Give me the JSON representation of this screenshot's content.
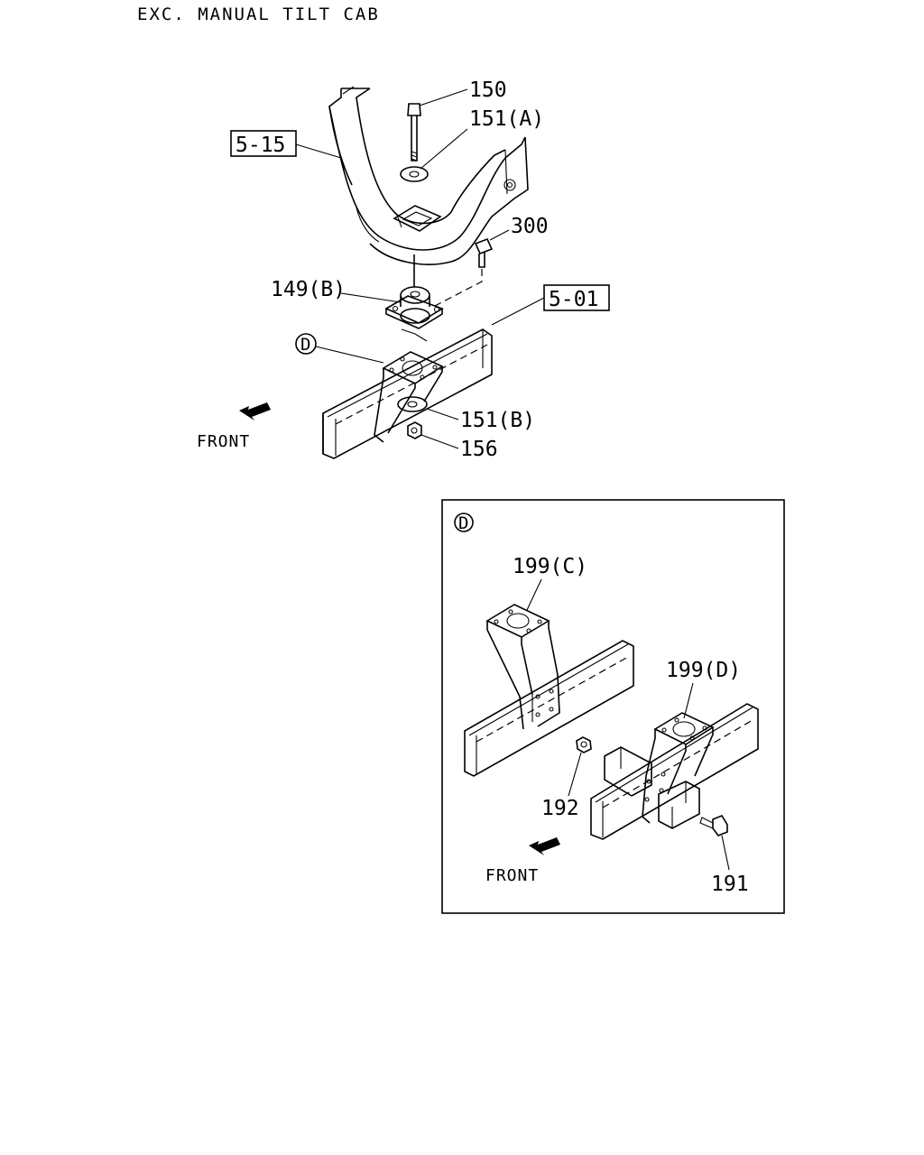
{
  "title": "EXC. MANUAL TILT CAB",
  "main_labels": {
    "ref_515": "5-15",
    "ref_501": "5-01",
    "p150": "150",
    "p151a": "151(A)",
    "p300": "300",
    "p149b": "149(B)",
    "detail_marker": "D",
    "p151b": "151(B)",
    "p156": "156",
    "front": "FRONT"
  },
  "detail": {
    "marker": "D",
    "p199c": "199(C)",
    "p199d": "199(D)",
    "p192": "192",
    "p191": "191",
    "front": "FRONT"
  }
}
